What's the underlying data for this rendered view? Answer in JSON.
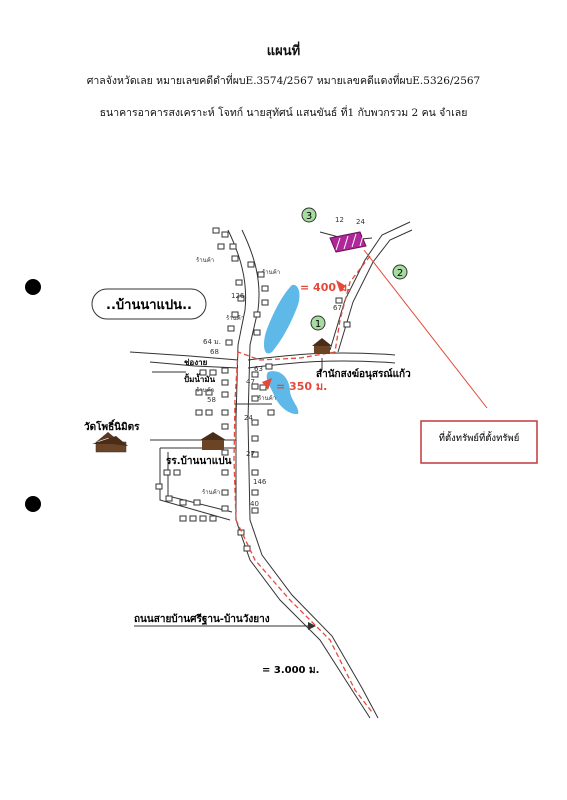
{
  "header": {
    "title": "แผนที่",
    "line1": "ศาลจังหวัดเลย หมายเลขคดีดำที่ผบE.3574/2567   หมายเลขคดีแดงที่ผบE.5326/2567",
    "line2": "ธนาคารอาคารสงเคราะห์    โจทก์          นายสุทัศน์ แสนขันธ์ ที่1 กับพวกรวม 2 คน    จำเลย"
  },
  "map": {
    "village_name": "..บ้านนาแปน..",
    "temple_label": "วัดโพธิ์นิมิตร",
    "school_label": "รร.บ้านนาแปน",
    "office_label": "สำนักสงฆ์อนุสรณ์แก้ว",
    "road_label": "ถนนสายบ้านศรีฐาน-บ้านวังยาง",
    "distance_1": "= 400 ม.",
    "distance_2": "= 350 ม.",
    "distance_3": "= 3.000 ม.",
    "property_note": "ที่ตั้งทรัพย์ที่ตั้งทรัพย์",
    "shop_label": "ร้านค้า",
    "house_labels": {
      "h12": "12",
      "h24": "24",
      "h67": "67",
      "h126": "126",
      "h64": "64 ม.",
      "h68": "68",
      "h63": "63",
      "h47": "47",
      "h58": "58",
      "h24b": "24",
      "h27": "27",
      "h146": "146",
      "h40": "40"
    },
    "markers": [
      "1",
      "2",
      "3"
    ],
    "side_labels": {
      "s1": "ช่องาย",
      "s2": "ปั้มน้ำมัน"
    },
    "colors": {
      "water": "#5eb8e8",
      "route": "#e34a3a",
      "property": "#b0279a",
      "marker_fill": "#a6dca0",
      "note_border": "#c0393a"
    }
  }
}
